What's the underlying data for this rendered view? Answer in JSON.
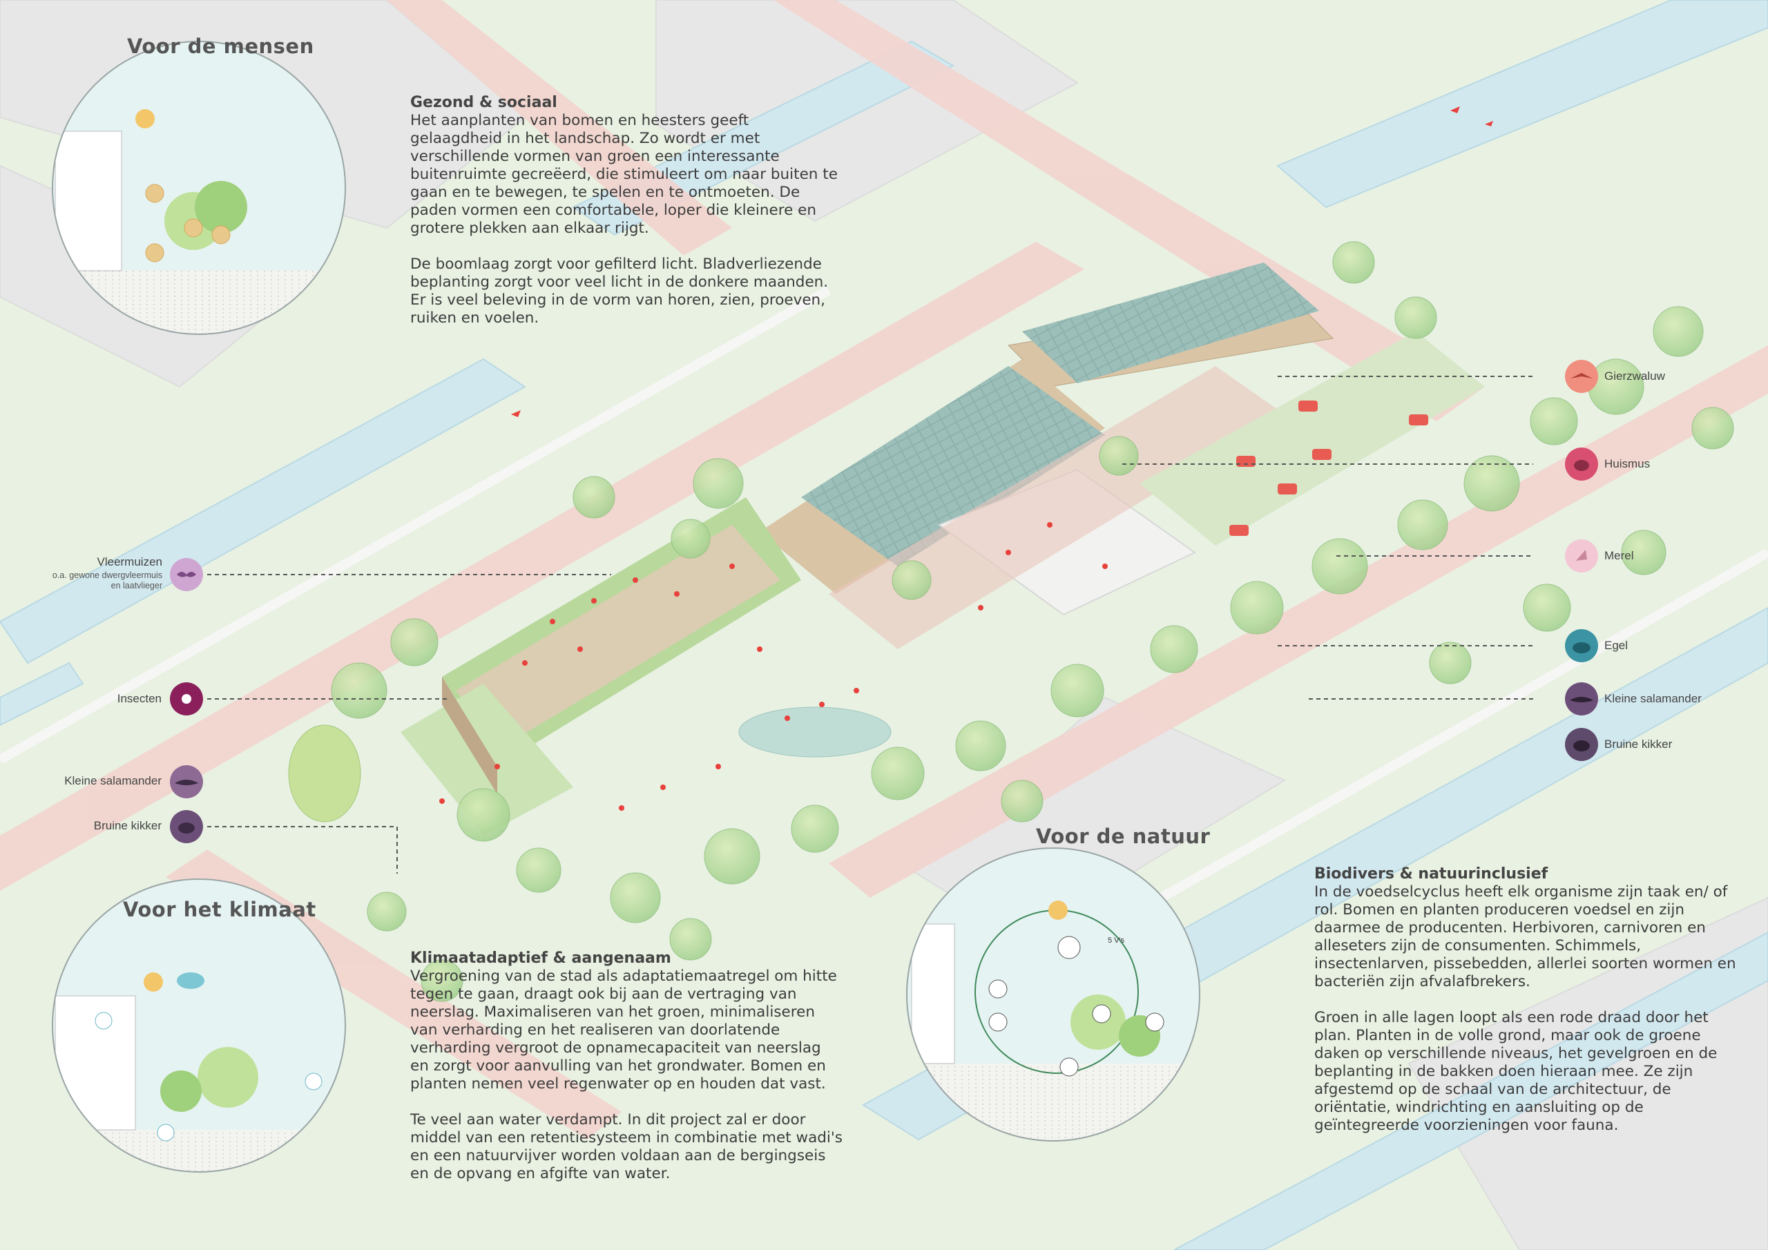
{
  "sections": {
    "people": {
      "title": "Voor de mensen",
      "heading": "Gezond & sociaal",
      "paragraphs": [
        "Het aanplanten van bomen en heesters geeft gelaagdheid in het landschap. Zo wordt er met verschillende vormen van groen een interessante buitenruimte gecreëerd, die stimuleert om naar buiten te gaan en te bewegen, te spelen en te ontmoeten. De paden vormen een comfortabele, loper die kleinere en grotere plekken aan elkaar rijgt.",
        "De boomlaag zorgt voor gefilterd licht. Bladverliezende beplanting zorgt voor veel licht in de donkere maanden. Er is veel beleving in de vorm van horen, zien, proeven, ruiken en voelen."
      ]
    },
    "climate": {
      "title": "Voor het klimaat",
      "heading": "Klimaatadaptief & aangenaam",
      "paragraphs": [
        "Vergroening van de stad als adaptatiemaatregel om hitte tegen te gaan, draagt ook bij aan de vertraging van neerslag. Maximaliseren van het groen, minimaliseren van verharding en het realiseren van doorlatende verharding vergroot de opnamecapaciteit van neerslag en zorgt voor aanvulling van het grondwater. Bomen en planten nemen veel regenwater op en houden dat vast.",
        "Te veel aan water verdampt. In dit project zal er door middel van een retentiesysteem in combinatie met wadi's en een natuurvijver worden voldaan aan de bergingseis en de opvang en afgifte van water."
      ]
    },
    "nature": {
      "title": "Voor de natuur",
      "heading": "Biodivers & natuurinclusief",
      "paragraphs": [
        "In de voedselcyclus heeft elk organisme zijn taak en/ of rol. Bomen en planten produceren voedsel en zijn daarmee de producenten. Herbivoren, carnivoren en alleseters zijn de consumenten. Schimmels, insectenlarven, pissebedden, allerlei soorten wormen en bacteriën zijn afvalafbrekers.",
        "Groen in alle lagen loopt als een rode draad door het plan. Planten in de volle grond, maar ook de groene daken op verschillende niveaus, het gevelgroen en de beplanting in de bakken doen hieraan mee. Ze zijn afgestemd op de schaal van de architectuur, de oriëntatie, windrichting en aansluiting op de geïntegreerde voorzieningen voor fauna."
      ]
    }
  },
  "nature_badge": "5 V's",
  "callouts_left": [
    {
      "label": "Vleermuizen",
      "sub": "o.a. gewone dwergvleermuis\nen laatvlieger",
      "icon": "bat-icon",
      "color": "#cfa6d1"
    },
    {
      "label": "Insecten",
      "icon": "insect-icon",
      "color": "#8a1f5c"
    },
    {
      "label": "Kleine salamander",
      "icon": "salamander-icon",
      "color": "#8c6a93"
    },
    {
      "label": "Bruine kikker",
      "icon": "frog-icon",
      "color": "#6c4f78"
    }
  ],
  "callouts_right": [
    {
      "label": "Gierzwaluw",
      "icon": "swift-icon",
      "color": "#f08f80"
    },
    {
      "label": "Huismus",
      "icon": "sparrow-icon",
      "color": "#d94f72"
    },
    {
      "label": "Merel",
      "icon": "blackbird-icon",
      "color": "#f3c8d4"
    },
    {
      "label": "Egel",
      "icon": "hedgehog-icon",
      "color": "#3c93a3"
    },
    {
      "label": "Kleine salamander",
      "icon": "salamander-icon",
      "color": "#6c4f78"
    },
    {
      "label": "Bruine kikker",
      "icon": "frog-icon",
      "color": "#5e4a6b"
    }
  ],
  "colors": {
    "road": "#f2d2cc",
    "water": "#cfe6ee",
    "grass": "#e3efd9",
    "building": "#e6e6e6",
    "solar": "#8fb1a8",
    "accent_red": "#e8413c"
  }
}
